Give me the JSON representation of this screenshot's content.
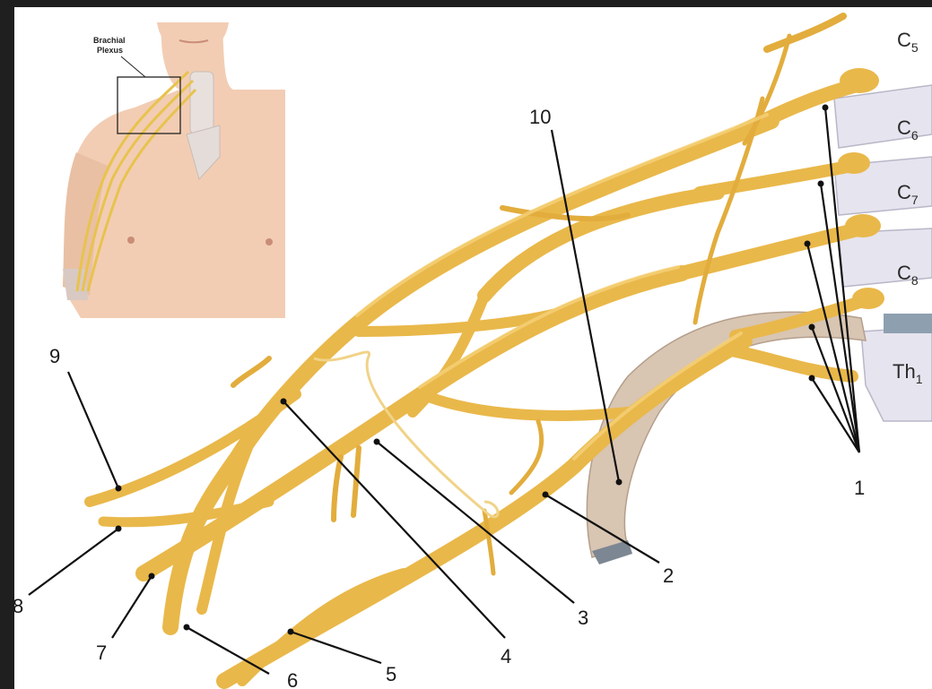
{
  "inset": {
    "label_line1": "Brachial",
    "label_line2": "Plexus",
    "icon": "brachial-plexus-body-inset"
  },
  "vertebrae": [
    {
      "main": "C",
      "sub": "5"
    },
    {
      "main": "C",
      "sub": "6"
    },
    {
      "main": "C",
      "sub": "7"
    },
    {
      "main": "C",
      "sub": "8"
    },
    {
      "main": "Th",
      "sub": "1"
    }
  ],
  "callouts": [
    "1",
    "2",
    "3",
    "4",
    "5",
    "6",
    "7",
    "8",
    "9",
    "10"
  ],
  "colors": {
    "nerve": "#e9b84a",
    "background_frame": "#1f1f1f",
    "bone": "#e6e4ee",
    "rib": "#d8c5b2"
  }
}
